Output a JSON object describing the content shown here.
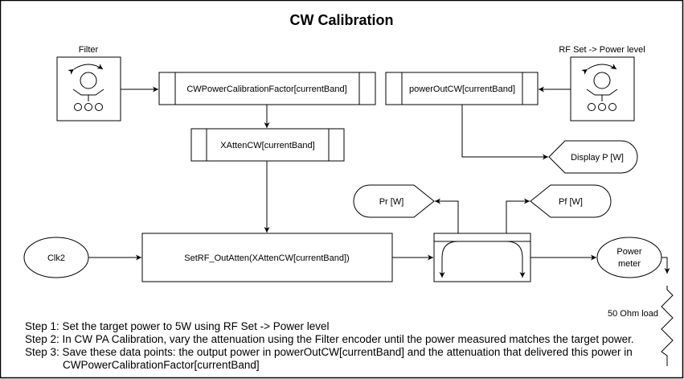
{
  "title": "CW Calibration",
  "encoders": {
    "filter": {
      "label": "Filter",
      "icon": "rotary-encoder-icon"
    },
    "rf_set": {
      "label": "RF Set -> Power level",
      "icon": "rotary-encoder-icon"
    }
  },
  "blocks": {
    "cw_power_cal_factor": "CWPowerCalibrationFactor[currentBand]",
    "power_out_cw": "powerOutCW[currentBand]",
    "xatten_cw": "XAttenCW[currentBand]",
    "set_rf_out_atten": "SetRF_OutAtten(XAttenCW[currentBand])",
    "clk2": "Clk2",
    "power_meter_line1": "Power",
    "power_meter_line2": "meter"
  },
  "displays": {
    "display_p": "Display P [W]",
    "pr": "Pr [W]",
    "pf": "Pf [W]"
  },
  "load": {
    "label": "50 Ohm load",
    "icon": "resistor-icon"
  },
  "coupler": {
    "icon": "directional-coupler-icon"
  },
  "steps": [
    "Step 1: Set the target power to 5W using RF Set -> Power level",
    "Step 2: In CW PA Calibration, vary the attenuation using the Filter encoder until the power measured matches the target power.",
    "Step 3: Save these data points: the output power in powerOutCW[currentBand] and the attenuation that delivered this power in",
    "CWPowerCalibrationFactor[currentBand]"
  ]
}
